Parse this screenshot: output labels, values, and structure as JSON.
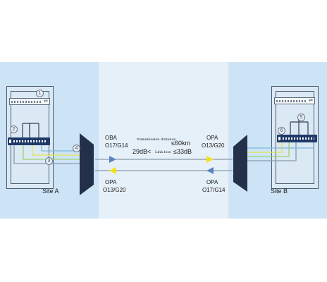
{
  "site_a": {
    "label": "Site A",
    "callouts": [
      "1",
      "2",
      "3",
      "4"
    ],
    "left_amp_top": "OBA",
    "left_amp_bottom": "O17/G14",
    "left_amp_rx_top": "OPA",
    "left_amp_rx_bottom": "O13/G20"
  },
  "site_b": {
    "label": "Site B",
    "callouts": [
      "5",
      "6"
    ],
    "amp_top": "OPA",
    "amp_top_model": "O13/G20",
    "amp_bottom": "OPA",
    "amp_bottom_model": "O17/G14"
  },
  "link": {
    "distance_term": "transmission distance",
    "distance_value": "≤60km",
    "loss_min": "29dB<",
    "loss_term": "Link loss",
    "loss_max": "≤33dB"
  },
  "labels": {
    "oba_a": "OBA",
    "oba_a_model": "O17/G14",
    "opa_a": "OPA",
    "opa_a_model": "O13/G20",
    "opa_b_top": "OPA",
    "opa_b_top_model": "O13/G20",
    "opa_b_bottom": "OPA",
    "opa_b_bottom_model": "O17/G14"
  },
  "colors": {
    "band": "#cde4f6",
    "center": "#e6f0f8",
    "mux": "#22304a",
    "fiber_gray": "#8a9aab",
    "fiber_green": "#9fd36c",
    "fiber_yellow": "#e3e64a",
    "arrow_blue": "#5a84c4",
    "arrow_yellow": "#f2e21c"
  }
}
